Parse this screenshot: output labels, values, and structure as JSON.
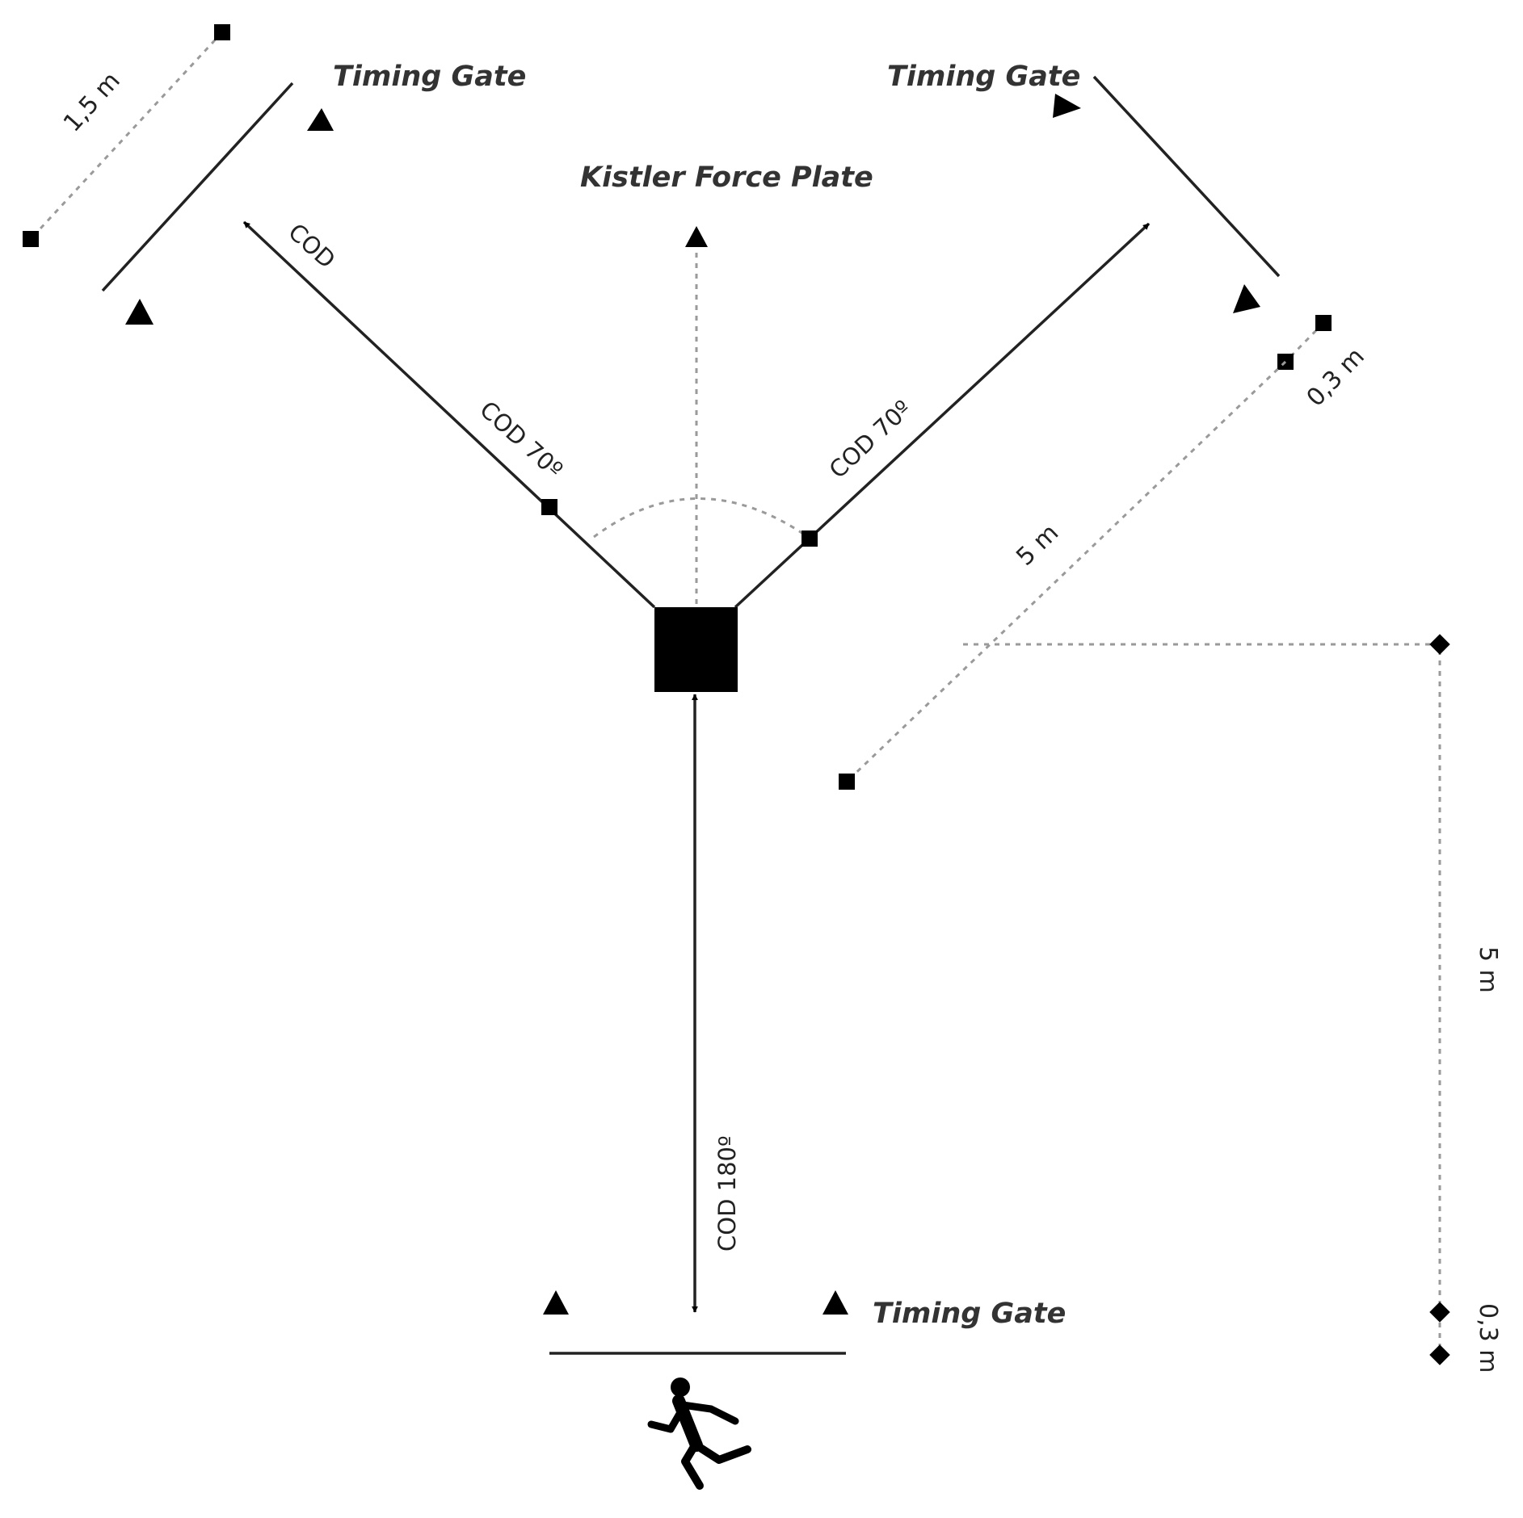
{
  "labels": {
    "timing_gate_top_left": "Timing Gate",
    "timing_gate_top_right": "Timing Gate",
    "timing_gate_bottom": "Timing Gate",
    "force_plate": "Kistler Force Plate",
    "cod_left_end": "COD",
    "cod_left_mid": "COD 70º",
    "cod_right_mid": "COD 70º",
    "cod_180": "COD 180º",
    "dist_gate_width": "1,5 m",
    "dist_gate_offset_diag": "0,3 m",
    "dist_diag": "5 m",
    "dist_vertical": "5 m",
    "dist_gate_offset_vertical": "0,3 m"
  },
  "icons": {
    "runner": "running-person-icon",
    "force_plate": "square-plate-icon",
    "gate_marker": "triangle-marker-icon"
  },
  "colors": {
    "ink": "#000000",
    "line": "#222222",
    "dotted": "#9a9a9a",
    "text": "#333333"
  }
}
